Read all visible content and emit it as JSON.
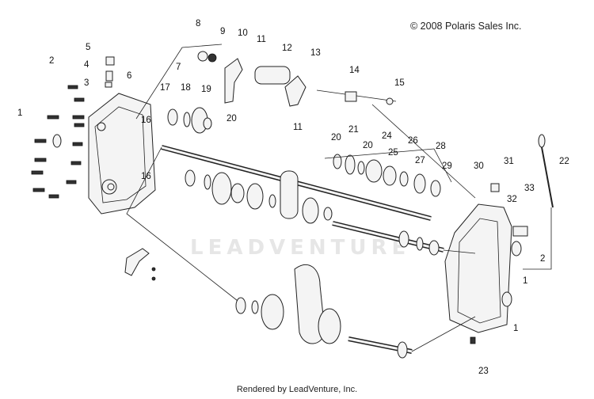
{
  "header": {
    "copyright": "© 2008 Polaris Sales Inc."
  },
  "footer": {
    "rendered_by": "Rendered by LeadVenture, Inc."
  },
  "watermark": {
    "text": "LEADVENTURE"
  },
  "callouts": [
    {
      "id": "c1a",
      "label": "1"
    },
    {
      "id": "c2a",
      "label": "2"
    },
    {
      "id": "c3",
      "label": "3"
    },
    {
      "id": "c4",
      "label": "4"
    },
    {
      "id": "c5",
      "label": "5"
    },
    {
      "id": "c6",
      "label": "6"
    },
    {
      "id": "c7",
      "label": "7"
    },
    {
      "id": "c8",
      "label": "8"
    },
    {
      "id": "c9",
      "label": "9"
    },
    {
      "id": "c10",
      "label": "10"
    },
    {
      "id": "c11a",
      "label": "11"
    },
    {
      "id": "c11b",
      "label": "11"
    },
    {
      "id": "c12",
      "label": "12"
    },
    {
      "id": "c13",
      "label": "13"
    },
    {
      "id": "c14",
      "label": "14"
    },
    {
      "id": "c15",
      "label": "15"
    },
    {
      "id": "c16a",
      "label": "16"
    },
    {
      "id": "c16b",
      "label": "16"
    },
    {
      "id": "c17",
      "label": "17"
    },
    {
      "id": "c18",
      "label": "18"
    },
    {
      "id": "c19",
      "label": "19"
    },
    {
      "id": "c20a",
      "label": "20"
    },
    {
      "id": "c20b",
      "label": "20"
    },
    {
      "id": "c20c",
      "label": "20"
    },
    {
      "id": "c21",
      "label": "21"
    },
    {
      "id": "c22",
      "label": "22"
    },
    {
      "id": "c23",
      "label": "23"
    },
    {
      "id": "c24",
      "label": "24"
    },
    {
      "id": "c25",
      "label": "25"
    },
    {
      "id": "c26",
      "label": "26"
    },
    {
      "id": "c27",
      "label": "27"
    },
    {
      "id": "c28",
      "label": "28"
    },
    {
      "id": "c29",
      "label": "29"
    },
    {
      "id": "c30",
      "label": "30"
    },
    {
      "id": "c31",
      "label": "31"
    },
    {
      "id": "c32",
      "label": "32"
    },
    {
      "id": "c33",
      "label": "33"
    },
    {
      "id": "c2b",
      "label": "2"
    },
    {
      "id": "c1b",
      "label": "1"
    },
    {
      "id": "c1c",
      "label": "1"
    }
  ]
}
